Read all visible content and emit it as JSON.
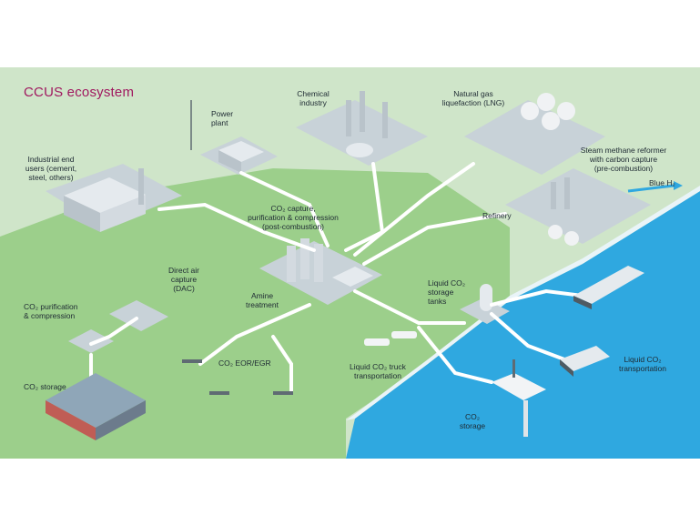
{
  "title": "CCUS ecosystem",
  "colors": {
    "accent_title": "#a0185f",
    "land_light": "#cfe5c9",
    "land_green": "#9ccf8b",
    "water": "#2fa8e0",
    "building": "#d6dde3",
    "pipe": "#ffffff"
  },
  "labels": {
    "industrial_end_users": "Industrial end\nusers (cement,\nsteel, others)",
    "power_plant": "Power\nplant",
    "chemical_industry": "Chemical\nindustry",
    "natural_gas": "Natural gas\nliquefaction (LNG)",
    "steam_methane": "Steam methane reformer\nwith carbon capture\n(pre-combustion)",
    "blue_h2": "Blue H₂",
    "refinery": "Refinery",
    "co2_capture": "CO₂ capture,\npurification & compression\n(post-combustion)",
    "direct_air_capture": "Direct air\ncapture\n(DAC)",
    "amine_treatment": "Amine\ntreatment",
    "liquid_co2_storage_tanks": "Liquid CO₂\nstorage\ntanks",
    "co2_purification": "CO₂ purification\n& compression",
    "co2_eor_egr": "CO₂ EOR/EGR",
    "liquid_co2_truck": "Liquid CO₂ truck\ntransportation",
    "liquid_co2_transportation": "Liquid CO₂\ntransportation",
    "co2_storage_land": "CO₂ storage",
    "co2_storage_sea": "CO₂\nstorage"
  }
}
